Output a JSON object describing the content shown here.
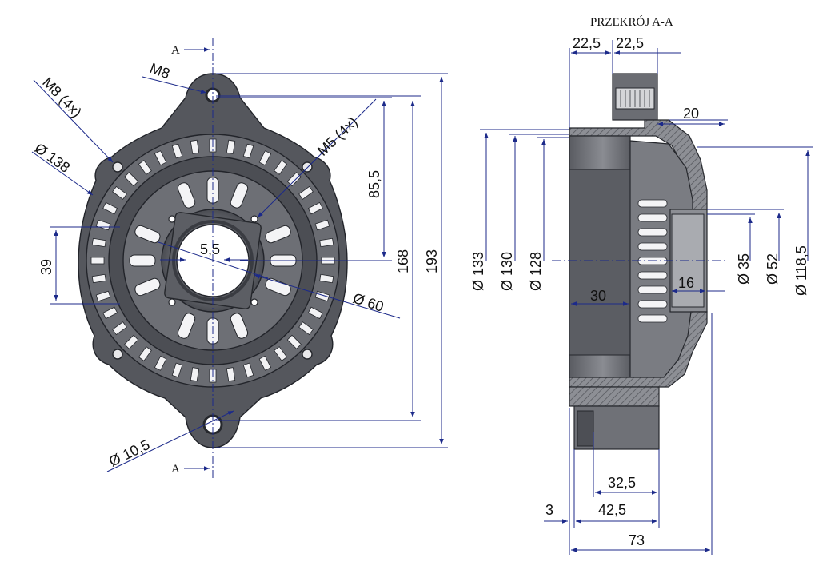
{
  "colors": {
    "dimension_line": "#1c2a8a",
    "part_dark": "#4a4c52",
    "part_mid": "#7a7c82",
    "part_light": "#b9bbc0",
    "hatch": "#6b6d73",
    "background": "#ffffff"
  },
  "section": {
    "title": "PRZEKRÓJ A-A",
    "marker_top": "A",
    "marker_bottom": "A"
  },
  "front_view": {
    "thread_top": "M8",
    "thread_mount": "M8 (4x)",
    "thread_small": "M5 (4x)",
    "dia_outer": "Ø 138",
    "dia_hub": "Ø 60",
    "dia_hole": "Ø 10,5",
    "bolt_offset": "5,5",
    "height_39": "39",
    "height_85": "85,5",
    "height_168": "168",
    "height_193": "193"
  },
  "section_view": {
    "top_left": "22,5",
    "top_right": "22,5",
    "lip_20": "20",
    "dia_133": "Ø 133",
    "dia_130": "Ø 130",
    "dia_128": "Ø 128",
    "depth_30": "30",
    "depth_16": "16",
    "dia_35": "Ø 35",
    "dia_52": "Ø 52",
    "dia_118": "Ø 118,5",
    "bottom_32": "32,5",
    "bottom_3": "3",
    "bottom_42": "42,5",
    "bottom_73": "73"
  }
}
